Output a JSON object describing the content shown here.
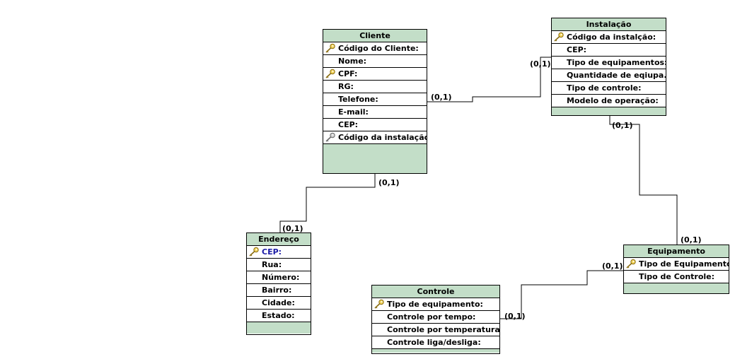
{
  "entities": {
    "cliente": {
      "title": "Cliente",
      "fields": [
        "Código do Cliente:",
        "Nome:",
        "CPF:",
        "RG:",
        "Telefone:",
        "E-mail:",
        "CEP:",
        "Código da instalação:"
      ]
    },
    "instalacao": {
      "title": "Instalação",
      "fields": [
        "Código da instalção:",
        "CEP:",
        "Tipo de equipamentos:",
        "Quantidade de eqiupa...",
        "Tipo de controle:",
        "Modelo de operação:"
      ]
    },
    "endereco": {
      "title": "Endereço",
      "fields": [
        "CEP:",
        "Rua:",
        "Número:",
        "Bairro:",
        "Cidade:",
        "Estado:"
      ]
    },
    "equipamento": {
      "title": "Equipamento",
      "fields": [
        "Tipo de Equipamento:",
        "Tipo de Controle:"
      ]
    },
    "controle": {
      "title": "Controle",
      "fields": [
        "Tipo de equipamento:",
        "Controle por tempo:",
        "Controle por temperatura:",
        "Controle liga/desliga:"
      ]
    }
  },
  "cardinalities": {
    "cliente_to_instalacao": "(0,1)",
    "instalacao_from_cliente": "(0,1)",
    "instalacao_to_equipamento": "(0,1)",
    "equipamento_from_instalacao": "(0,1)",
    "cliente_to_endereco": "(0,1)",
    "endereco_from_cliente": "(0,1)",
    "equipamento_to_controle": "(0,1)",
    "controle_from_equipamento": "(0,1)"
  },
  "colors": {
    "header_fill": "#c3dec8",
    "key_gold": "#d8b23a",
    "key_gray": "#9a9a9a",
    "blue_key_text": "#1a1aa6"
  },
  "icons": {
    "primary_key": "gold-key-icon",
    "foreign_key": "gray-key-icon"
  }
}
